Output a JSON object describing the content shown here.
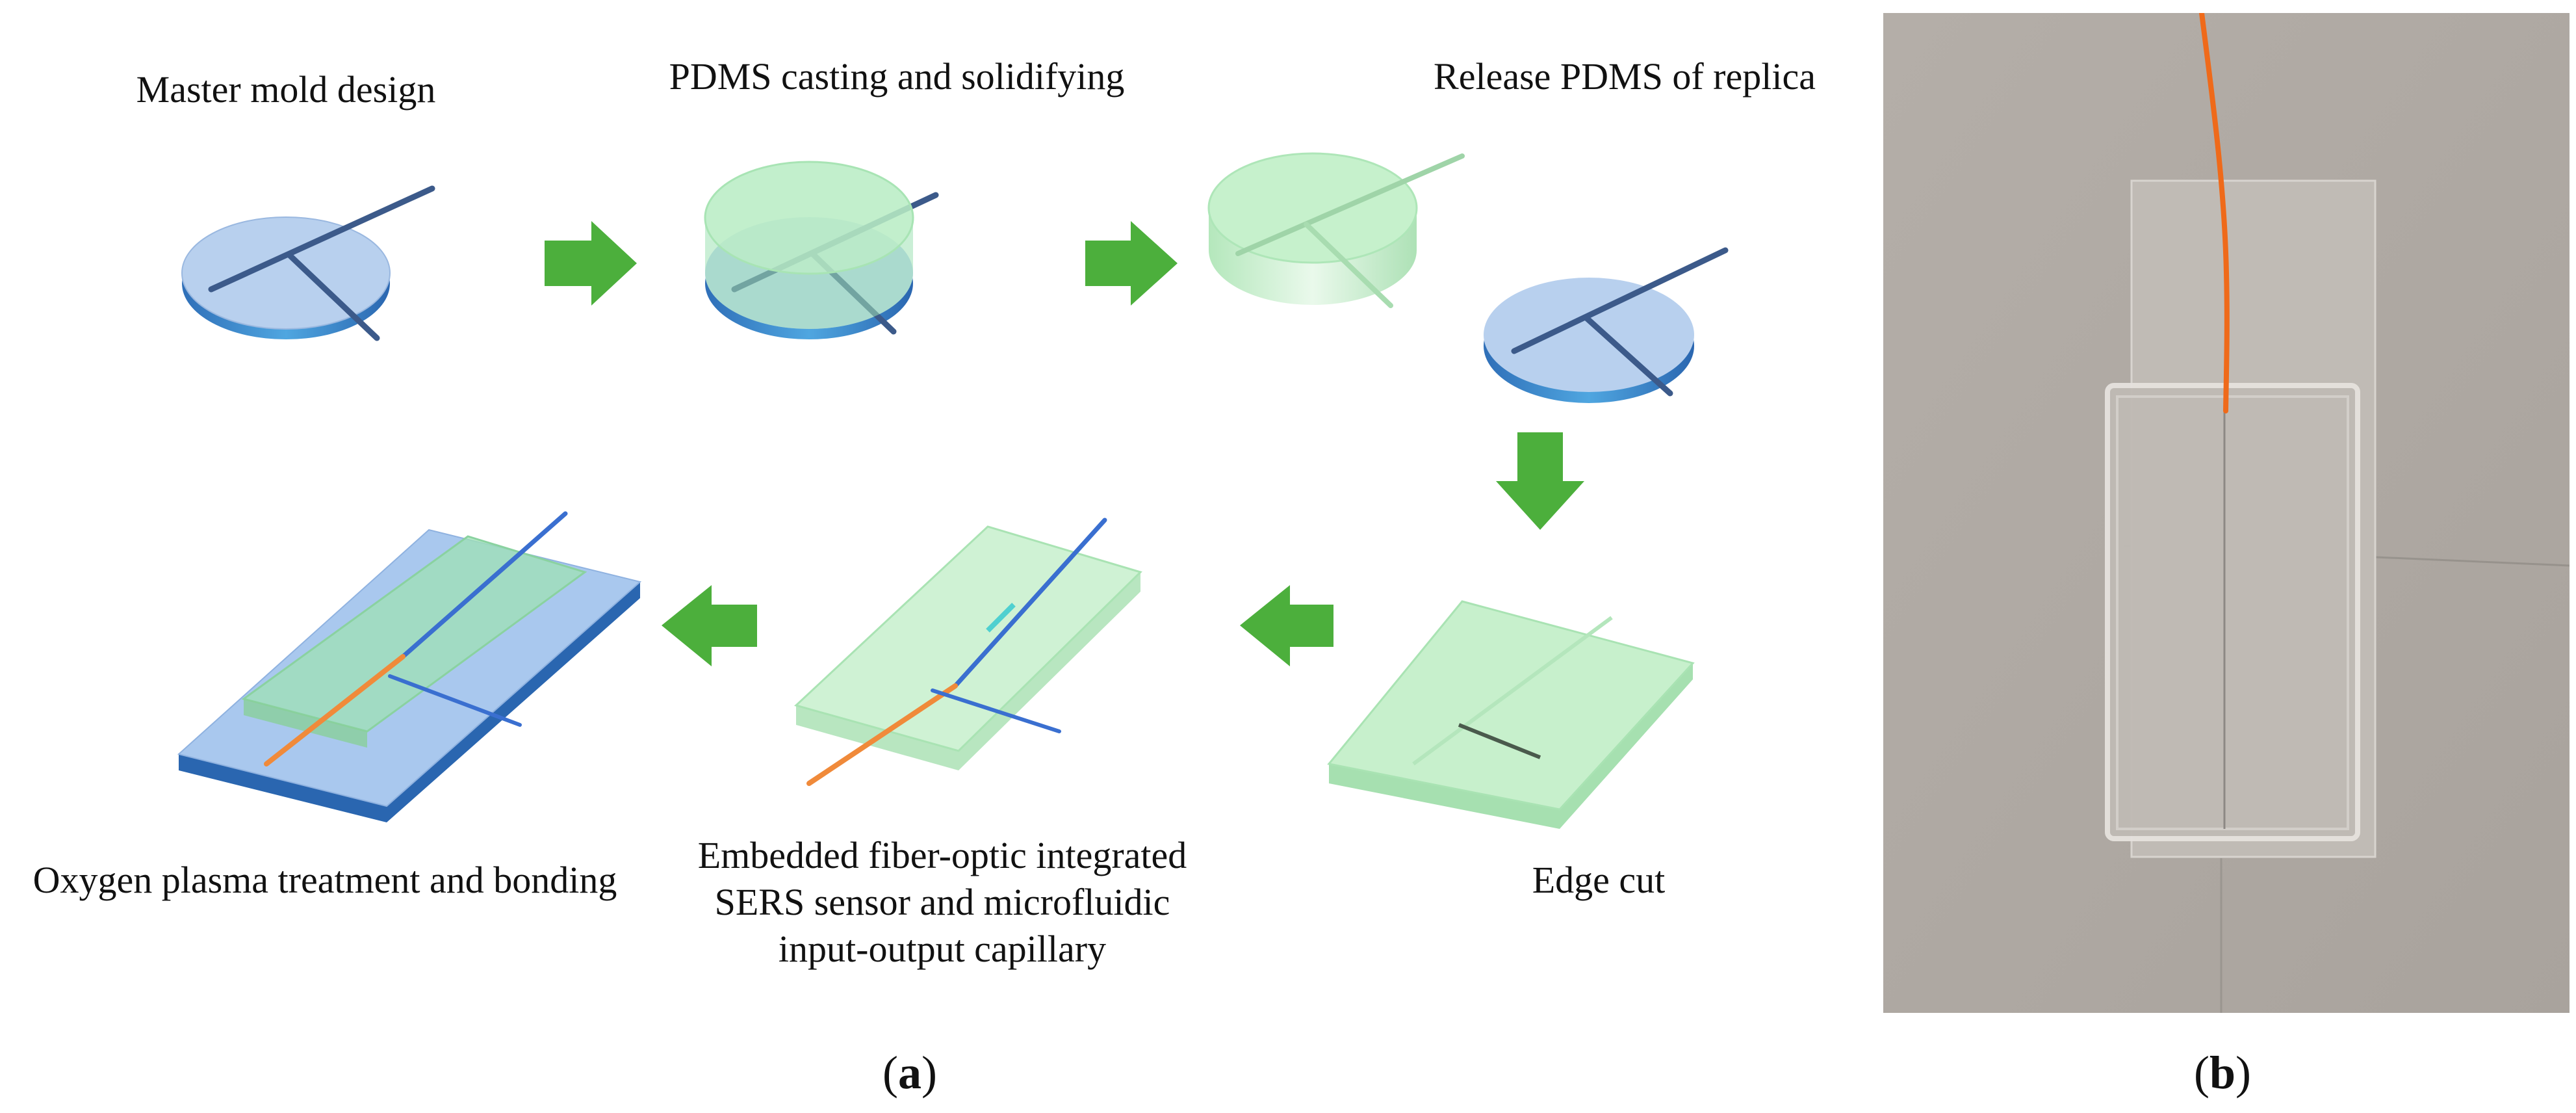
{
  "panel_a": {
    "steps": [
      {
        "id": "master-mold",
        "label": "Master mold design"
      },
      {
        "id": "pdms-casting",
        "label": "PDMS casting and solidifying"
      },
      {
        "id": "release",
        "label": "Release PDMS of replica"
      },
      {
        "id": "edge-cut",
        "label": "Edge cut"
      },
      {
        "id": "embedded",
        "label": "Embedded fiber-optic integrated\nSERS sensor and microfluidic\ninput-output capillary"
      },
      {
        "id": "bonding",
        "label": "Oxygen plasma treatment and bonding"
      }
    ],
    "letter_open": "(",
    "letter": "a",
    "letter_close": ")"
  },
  "panel_b": {
    "letter_open": "(",
    "letter": "b",
    "letter_close": ")"
  },
  "colors": {
    "arrow": "#4caf3c",
    "mold_blue": "#b8d0ee",
    "mold_edge": "#3f8fd0",
    "pdms_green": "#b8ecc0",
    "fiber_orange": "#f08a3a",
    "capillary_blue": "#3a6fd0",
    "photo_bg": "#b2aca6"
  },
  "icons": [
    "arrow-right-icon",
    "arrow-down-icon",
    "arrow-left-icon"
  ]
}
